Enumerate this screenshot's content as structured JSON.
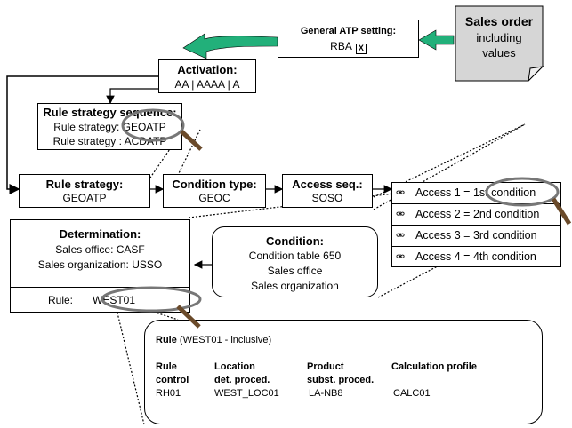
{
  "sales_order": {
    "title": "Sales order",
    "line1": "including",
    "line2": "values"
  },
  "general_atp": {
    "title": "General ATP setting:",
    "value": "RBA",
    "checkbox": "X"
  },
  "activation": {
    "title": "Activation:",
    "value": "AA | AAAA | A"
  },
  "rule_strategy_sequence": {
    "title": "Rule strategy sequence:",
    "line1": "Rule strategy: GEOATP",
    "line2": "Rule strategy : ACDATP"
  },
  "rule_strategy": {
    "title": "Rule strategy:",
    "value": "GEOATP"
  },
  "condition_type": {
    "title": "Condition type:",
    "value": "GEOC"
  },
  "access_seq": {
    "title": "Access seq.:",
    "value": "SOSO"
  },
  "accesses": [
    {
      "label": "Access 1 = 1st condition"
    },
    {
      "label": "Access 2 = 2nd condition"
    },
    {
      "label": "Access 3 = 3rd condition"
    },
    {
      "label": "Access 4 = 4th condition"
    }
  ],
  "condition": {
    "title": "Condition:",
    "line1": "Condition table 650",
    "line2": "Sales office",
    "line3": "Sales organization"
  },
  "determination": {
    "title": "Determination:",
    "line1": "Sales office: CASF",
    "line2": "Sales organization: USSO",
    "rule_label": "Rule:",
    "rule_value": "WEST01"
  },
  "rule_detail": {
    "title": "Rule",
    "subtitle": "(WEST01 - inclusive)",
    "columns": [
      {
        "h1": "Rule",
        "h2": "control",
        "value": "RH01"
      },
      {
        "h1": "Location",
        "h2": "det. proced.",
        "value": "WEST_LOC01"
      },
      {
        "h1": "Product",
        "h2": "subst. proced.",
        "value": "LA-NB8"
      },
      {
        "h1": "Calculation profile",
        "h2": "",
        "value": "CALC01"
      }
    ]
  },
  "colors": {
    "arrow_green": "#22b07a",
    "doc_fill": "#d6d6d6",
    "magnifier_handle": "#6a4a2a"
  }
}
